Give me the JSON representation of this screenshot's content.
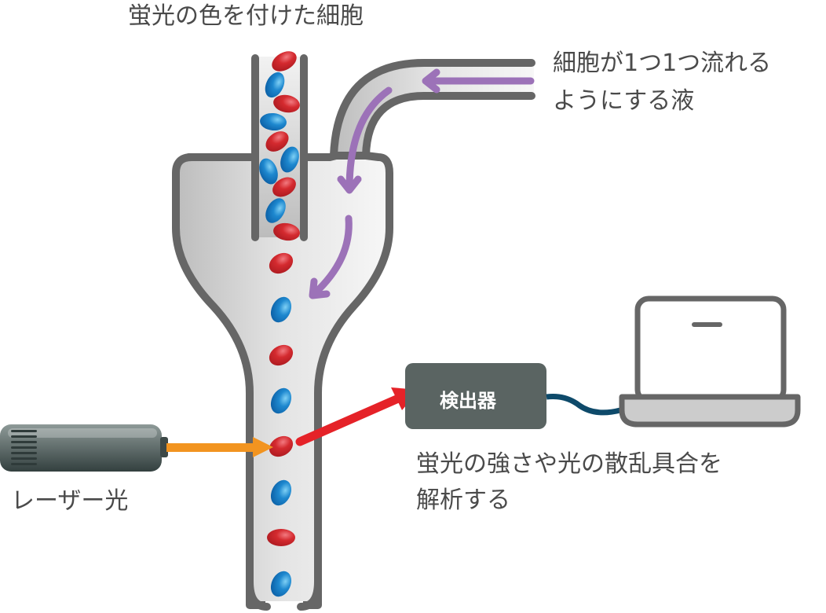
{
  "labels": {
    "cells": "蛍光の色を付けた細胞",
    "sheath_line1": "細胞が1つ1つ流れる",
    "sheath_line2": "ようにする液",
    "laser": "レーザー光",
    "detector": "検出器",
    "analysis_line1": "蛍光の強さや光の散乱具合を",
    "analysis_line2": "解析する"
  },
  "colors": {
    "outline": "#666666",
    "red_cell": "#d42a2f",
    "blue_cell": "#1e88cf",
    "flow_arrow": "#9c72b8",
    "laser_beam": "#f29420",
    "scatter_beam": "#e52228",
    "detector_fill": "#5a6462",
    "cable": "#0e4a6a",
    "laser_body": "#4e5c5b"
  },
  "cells_in_sample_tube": [
    "red",
    "blue",
    "red",
    "blue",
    "red",
    "blue",
    "blue",
    "red",
    "blue",
    "red"
  ],
  "cells_in_channel": [
    "red",
    "blue",
    "red",
    "blue",
    "red",
    "blue",
    "red",
    "blue"
  ]
}
